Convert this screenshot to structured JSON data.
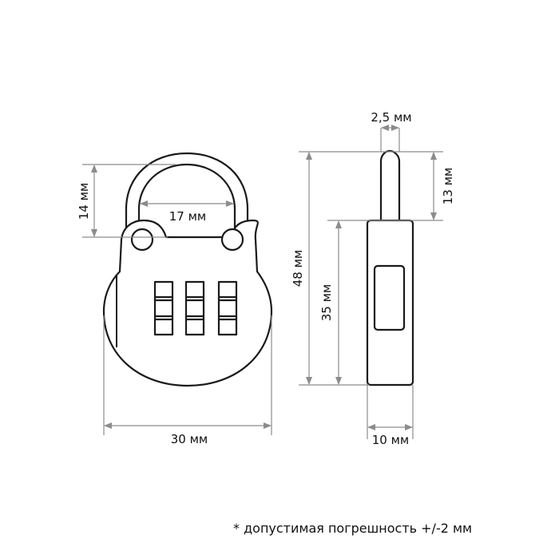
{
  "diagram": {
    "subject": "Combination padlock with dimensions",
    "front_view": {
      "dimensions": {
        "shackle_height": "14 мм",
        "shackle_inner_width": "17 мм",
        "body_width": "30 мм"
      },
      "dial_count": 3
    },
    "side_view": {
      "dimensions": {
        "shackle_diameter": "2,5 мм",
        "shackle_clearance": "13 мм",
        "total_height": "48 мм",
        "body_height": "35 мм",
        "body_thickness": "10 мм"
      }
    },
    "footnote": "* допустимая погрешность +/-2 мм",
    "colors": {
      "outline": "#1a1a1a",
      "dimension_line": "#8c8c8c",
      "background": "#ffffff"
    }
  }
}
